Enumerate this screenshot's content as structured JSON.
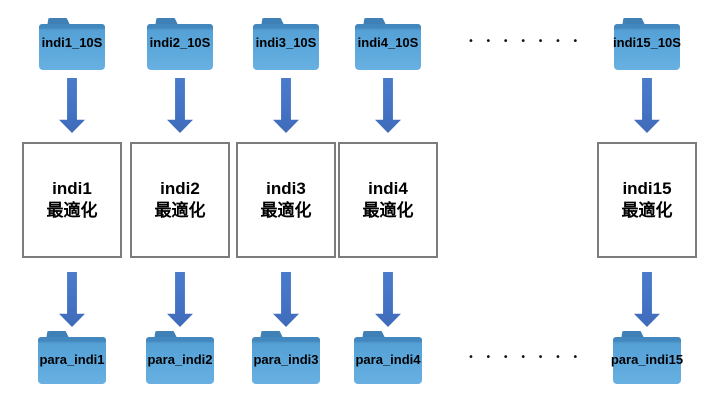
{
  "diagram": {
    "title_hint": "batch optimization flow",
    "columns": [
      {
        "top_folder": "indi1_10S",
        "box_line1": "indi1",
        "box_line2": "最適化",
        "bottom_folder": "para_indi1"
      },
      {
        "top_folder": "indi2_10S",
        "box_line1": "indi2",
        "box_line2": "最適化",
        "bottom_folder": "para_indi2"
      },
      {
        "top_folder": "indi3_10S",
        "box_line1": "indi3",
        "box_line2": "最適化",
        "bottom_folder": "para_indi3"
      },
      {
        "top_folder": "indi4_10S",
        "box_line1": "indi4",
        "box_line2": "最適化",
        "bottom_folder": "para_indi4"
      },
      {
        "top_folder": "indi15_10S",
        "box_line1": "indi15",
        "box_line2": "最適化",
        "bottom_folder": "para_indi15"
      }
    ],
    "ellipsis_top": "•••••••",
    "ellipsis_bottom": "•••••••",
    "colors": {
      "folder_body": "#5CA8DC",
      "folder_tab": "#3F80B6",
      "folder_top_strip": "#4287BD",
      "arrow_fill": "#4472C4",
      "box_border": "#7C7C7C",
      "text": "#000000",
      "background": "#FFFFFF"
    }
  }
}
